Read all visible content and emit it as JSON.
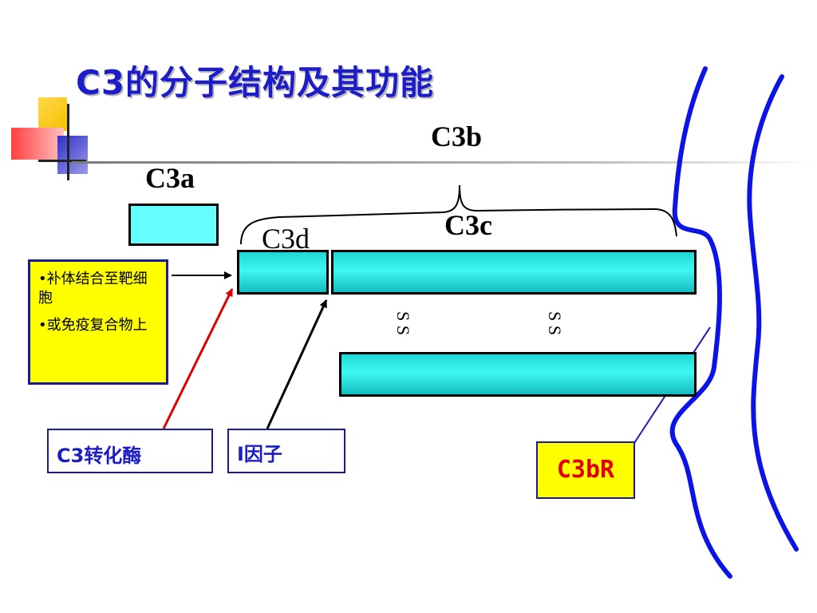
{
  "title": "C3的分子结构及其功能",
  "labels": {
    "c3b": "C3b",
    "c3a": "C3a",
    "c3c": "C3c",
    "c3d": "C3d",
    "ss": "S S"
  },
  "function_box": {
    "items": [
      "•补体结合至靶细胞",
      "•或免疫复合物上"
    ]
  },
  "enzymes": {
    "c3_convertase": "C3转化酶",
    "factor_i": "I因子"
  },
  "receptor": "C3bR",
  "colors": {
    "title": "#1c1cc8",
    "bar_fill": "#1fd6d6",
    "c3a_fill": "#66ffff",
    "highlight": "#ffff00",
    "receptor_text": "#e00000",
    "membrane": "#0a14e6",
    "convertase_arrow": "#e00000"
  }
}
